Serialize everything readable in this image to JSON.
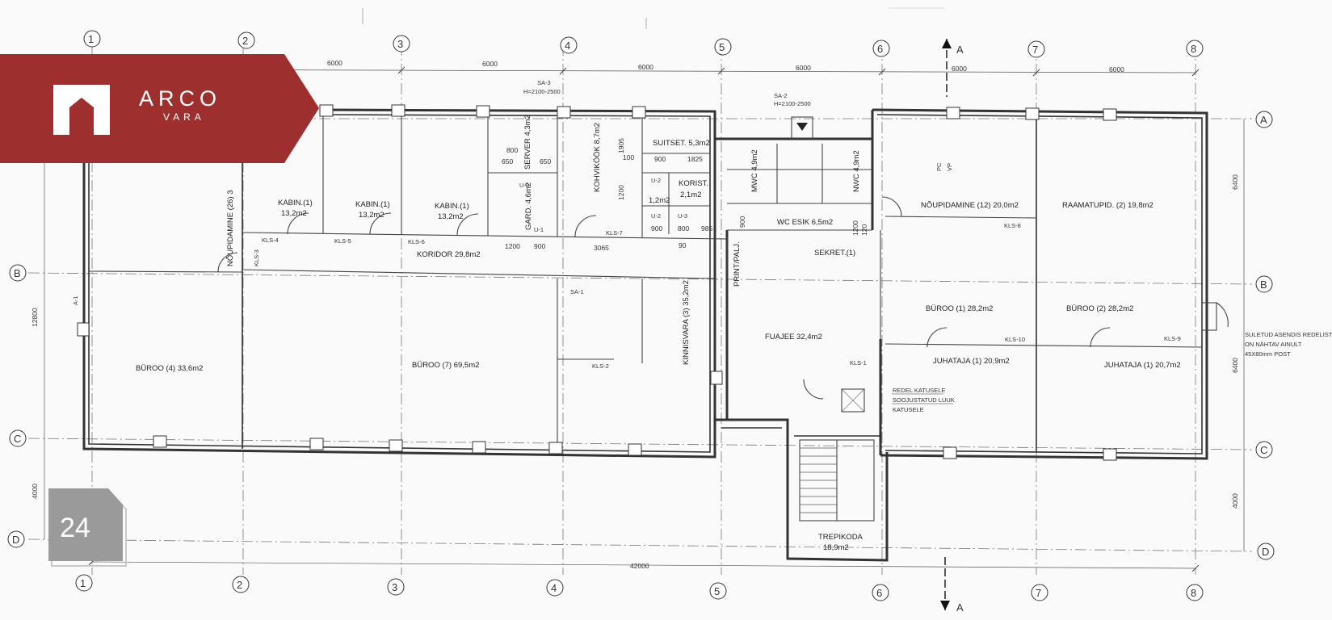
{
  "brand": {
    "name": "ARCO",
    "sub": "VARA",
    "color": "#9e2f2f"
  },
  "page_badge": "24",
  "grid": {
    "columns": [
      "1",
      "2",
      "3",
      "4",
      "5",
      "6",
      "7",
      "8"
    ],
    "rows": [
      "A",
      "B",
      "C",
      "D"
    ],
    "top_dims": [
      "6000",
      "6000",
      "6000",
      "6000",
      "6000",
      "6000",
      "6000"
    ],
    "total_dim": "42000",
    "side_dims": {
      "top": "6400",
      "mid": "6400",
      "bottom": "4000",
      "left_total": "12800",
      "left_bottom": "4000"
    }
  },
  "section_marker": "A",
  "rooms": {
    "kabin1": "KABIN.(1)",
    "kabin2": "KABIN.(1)",
    "kabin3": "KABIN.(1)",
    "kabin_area": "13,2m2",
    "server": "SERVER 4,3m2",
    "gard": "GARD. 4,6m2",
    "kohvik": "KOHVIKÖÖK 8,7m2",
    "suitset": "SUITSET. 5,3m2",
    "korist": "KORIST.",
    "korist_area": "2,1m2",
    "small_room": "1,2m2",
    "mwc": "MWC 4,9m2",
    "nwc": "NWC 4,9m2",
    "wc_esik": "WC ESIK 6,5m2",
    "noupidamine_left": "NÕUPIDAMINE (26) 3",
    "koridor": "KORIDOR 29,8m2",
    "buroo4": "BÜROO (4) 33,6m2",
    "buroo7": "BÜROO (7) 69,5m2",
    "kinnisvara": "KINNISVARA (3) 35,2m2",
    "print": "PRINT/PALJ.",
    "sekret": "SEKRET.(1)",
    "fuajee": "FUAJEE 32,4m2",
    "noupidamine12": "NÕUPIDAMINE (12) 20,0m2",
    "raamatupid": "RAAMATUPID. (2) 19,8m2",
    "buroo1": "BÜROO (1) 28,2m2",
    "buroo2": "BÜROO (2) 28,2m2",
    "juhataja1": "JUHATAJA (1) 20,9m2",
    "juhataja2": "JUHATAJA (1) 20,7m2",
    "trepikoda": "TREPIKODA",
    "trepikoda_area": "18,9m2",
    "redel1": "REDEL KATUSELE",
    "redel2": "SOOJUSTATUD LUUK",
    "redel3": "KATUSELE",
    "pc": "PC",
    "vp": "VP"
  },
  "tags": {
    "sa3": "SA-3",
    "sa3h": "H=2100-2500",
    "sa2": "SA-2",
    "sa2h": "H=2100-2500",
    "sa1": "SA-1",
    "kls1": "KLS-1",
    "kls2": "KLS-2",
    "kls3": "KLS-3",
    "kls4": "KLS-4",
    "kls5": "KLS-5",
    "kls6": "KLS-6",
    "kls7": "KLS-7",
    "kls8": "KLS-8",
    "kls9": "KLS-9",
    "kls10": "KLS-10",
    "u1": "U-1",
    "u2": "U-2",
    "u3": "U-3",
    "a1": "A-1"
  },
  "dims_small": {
    "d800": "800",
    "d650": "650",
    "d900": "900",
    "d1825": "1825",
    "d1905": "1905",
    "d100": "100",
    "d90": "90",
    "d1200": "1200",
    "d3065": "3065",
    "d985": "985",
    "d120": "120"
  },
  "note": {
    "line1": "SULETUD ASENDIS REDELIST",
    "line2": "ON NÄHTAV AINULT",
    "line3": "45X80mm POST"
  }
}
